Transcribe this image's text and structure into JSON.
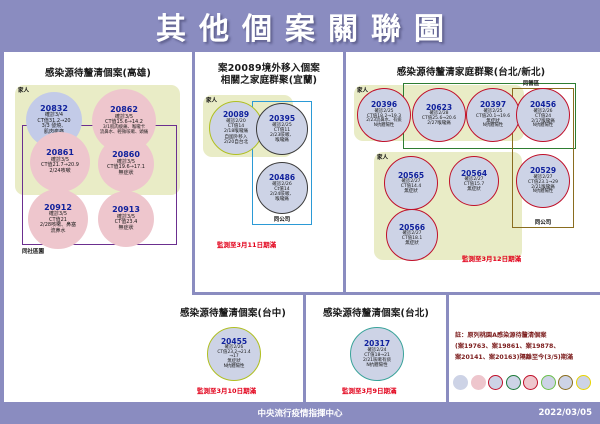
{
  "header": {
    "title": "其他個案關聯圖"
  },
  "footer": {
    "org": "中央流行疫情指揮中心",
    "date": "2022/03/05"
  },
  "panels": {
    "kaohsiung": {
      "title": "感染源待釐清個案(高雄)",
      "family_label": "家人",
      "bottom_label": "同社區園",
      "nodes": [
        {
          "id": "20832",
          "l1": "確診3/4",
          "l2": "CT值31.2→20",
          "l3": "3/3 發燒、",
          "l4": "肌肉痠痛"
        },
        {
          "id": "20862",
          "l1": "確診3/5",
          "l2": "CT值15.6→14.2",
          "l3": "3/1肌肉痠痛、喉嚨卡",
          "l4": "流鼻水、輕微咳嗽、頭痛"
        },
        {
          "id": "20861",
          "l1": "確診3/5",
          "l2": "CT值21.7→20.9",
          "l3": "2/24咳嗽",
          "l4": ""
        },
        {
          "id": "20860",
          "l1": "確診3/5",
          "l2": "CT值19.6→17.1",
          "l3": "無症狀",
          "l4": ""
        },
        {
          "id": "20912",
          "l1": "確診3/5",
          "l2": "CT值21",
          "l3": "2/28咳嗽、鼻塞",
          "l4": "流鼻水"
        },
        {
          "id": "20913",
          "l1": "確診3/5",
          "l2": "CT值23.4",
          "l3": "無症狀",
          "l4": ""
        }
      ]
    },
    "yilan": {
      "title_l1": "案20089境外移入個案",
      "title_l2": "相關之家庭群聚(宜蘭)",
      "family_label": "家人",
      "company_label": "同公司",
      "expiry": "監測至3月11日期滿",
      "nodes": [
        {
          "id": "20089",
          "l1": "確診2/20",
          "l2": "CT值14",
          "l3": "2/18喉嚨痛",
          "l4": "自國外移入",
          "l5": "2/20自台北"
        },
        {
          "id": "20395",
          "l1": "確診2/25",
          "l2": "CT值11",
          "l3": "2/23咳嗽、",
          "l4": "喉嚨痛",
          "l5": ""
        },
        {
          "id": "20486",
          "l1": "確診2/26",
          "l2": "Ct值14",
          "l3": "2/24咳嗽、",
          "l4": "喉嚨痛",
          "l5": ""
        }
      ]
    },
    "taipei_newtaipei": {
      "title": "感染源待釐清家庭群聚(台北/新北)",
      "family_label_top": "家人",
      "family_label_bottom": "家人",
      "camp_label": "同營區",
      "company_label": "同公司",
      "expiry": "監測至3月12日期滿",
      "row1": [
        {
          "id": "20396",
          "l1": "確診2/25",
          "l2": "CT值18.2→19.3",
          "l3": "2/23流鼻水、有痰",
          "l4": "N抗體陽性"
        },
        {
          "id": "20623",
          "l1": "確診2/28",
          "l2": "CT值25.6→20.6",
          "l3": "2/27喉嚨痛",
          "l4": ""
        },
        {
          "id": "20397",
          "l1": "確診2/25",
          "l2": "CT值20.1→19.6",
          "l3": "無症狀",
          "l4": "N抗體陽性"
        },
        {
          "id": "20456",
          "l1": "確診2/26",
          "l2": "CT值24",
          "l3": "2/17喉嚨痛",
          "l4": "N抗體陽性"
        }
      ],
      "row2": [
        {
          "id": "20565",
          "l1": "確診2/27",
          "l2": "CT值14.4",
          "l3": "無症狀",
          "l4": ""
        },
        {
          "id": "20564",
          "l1": "確診2/27",
          "l2": "CT值15.7",
          "l3": "無症狀",
          "l4": ""
        },
        {
          "id": "20529",
          "l1": "確診2/27",
          "l2": "CT值23.1→29",
          "l3": "2/21喉嚨痛",
          "l4": "N抗體陽性"
        }
      ],
      "row3": [
        {
          "id": "20566",
          "l1": "確診2/27",
          "l2": "CT值18.1",
          "l3": "無症狀",
          "l4": ""
        }
      ]
    },
    "taichung": {
      "title": "感染源待釐清個案(台中)",
      "expiry": "監測至3月10日期滿",
      "node": {
        "id": "20455",
        "l1": "確診2/26",
        "l2": "CT值23.2→21.4",
        "l3": "→17",
        "l4": "無症狀",
        "l5": "N抗體陽性"
      }
    },
    "taipei": {
      "title": "感染源待釐清個案(台北)",
      "expiry": "監測至3月9日期滿",
      "node": {
        "id": "20317",
        "l1": "確診2/24",
        "l2": "CT值18→21",
        "l3": "2/21咳嗽有痰",
        "l4": "N抗體陽性"
      }
    },
    "note": {
      "l1": "註：原列桃園A感染源待釐清個案",
      "l2": "(案19763、案19861、案19878、",
      "l3": "案20141、案20163)隔離至今(3/5)期滿"
    }
  }
}
